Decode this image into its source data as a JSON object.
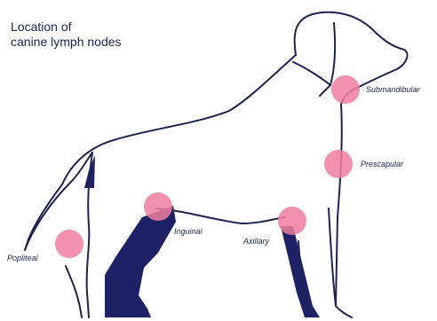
{
  "title": {
    "line1": "Location of",
    "line2": "canine lymph nodes"
  },
  "colors": {
    "outline": "#1e2450",
    "fill": "#1e2166",
    "node": "#f07ea0"
  },
  "lymph_nodes": [
    {
      "key": "submandibular",
      "label": "Submandibular"
    },
    {
      "key": "prescapular",
      "label": "Prescapular"
    },
    {
      "key": "axillary",
      "label": "Axillary"
    },
    {
      "key": "inguinal",
      "label": "Inguinal"
    },
    {
      "key": "popliteal",
      "label": "Popliteal"
    }
  ]
}
